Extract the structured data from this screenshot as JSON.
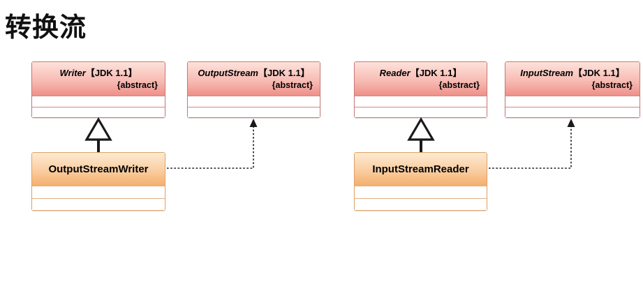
{
  "title": "转换流",
  "diagram": {
    "abstract_classes": [
      {
        "name": "Writer",
        "jdk": "【JDK 1.1】",
        "stereotype": "{abstract}"
      },
      {
        "name": "OutputStream",
        "jdk": "【JDK 1.1】",
        "stereotype": "{abstract}"
      },
      {
        "name": "Reader",
        "jdk": "【JDK 1.1】",
        "stereotype": "{abstract}"
      },
      {
        "name": "InputStream",
        "jdk": "【JDK 1.1】",
        "stereotype": "{abstract}"
      }
    ],
    "concrete_classes": [
      {
        "name": "OutputStreamWriter"
      },
      {
        "name": "InputStreamReader"
      }
    ],
    "relations": [
      {
        "from": "OutputStreamWriter",
        "to": "Writer",
        "type": "generalization",
        "line": "solid",
        "arrowhead": "hollow-triangle"
      },
      {
        "from": "OutputStreamWriter",
        "to": "OutputStream",
        "type": "dependency",
        "line": "dashed",
        "arrowhead": "filled-small"
      },
      {
        "from": "InputStreamReader",
        "to": "Reader",
        "type": "generalization",
        "line": "solid",
        "arrowhead": "hollow-triangle"
      },
      {
        "from": "InputStreamReader",
        "to": "InputStream",
        "type": "dependency",
        "line": "dashed",
        "arrowhead": "filled-small"
      }
    ],
    "colors": {
      "abstract_header_top": "#fde2db",
      "abstract_header_bottom": "#ee9089",
      "abstract_border": "#c47977",
      "concrete_header_top": "#fdead2",
      "concrete_header_bottom": "#f5ae6b",
      "concrete_border": "#dca468",
      "arrow": "#1a1a1a",
      "title": "#111111"
    }
  }
}
